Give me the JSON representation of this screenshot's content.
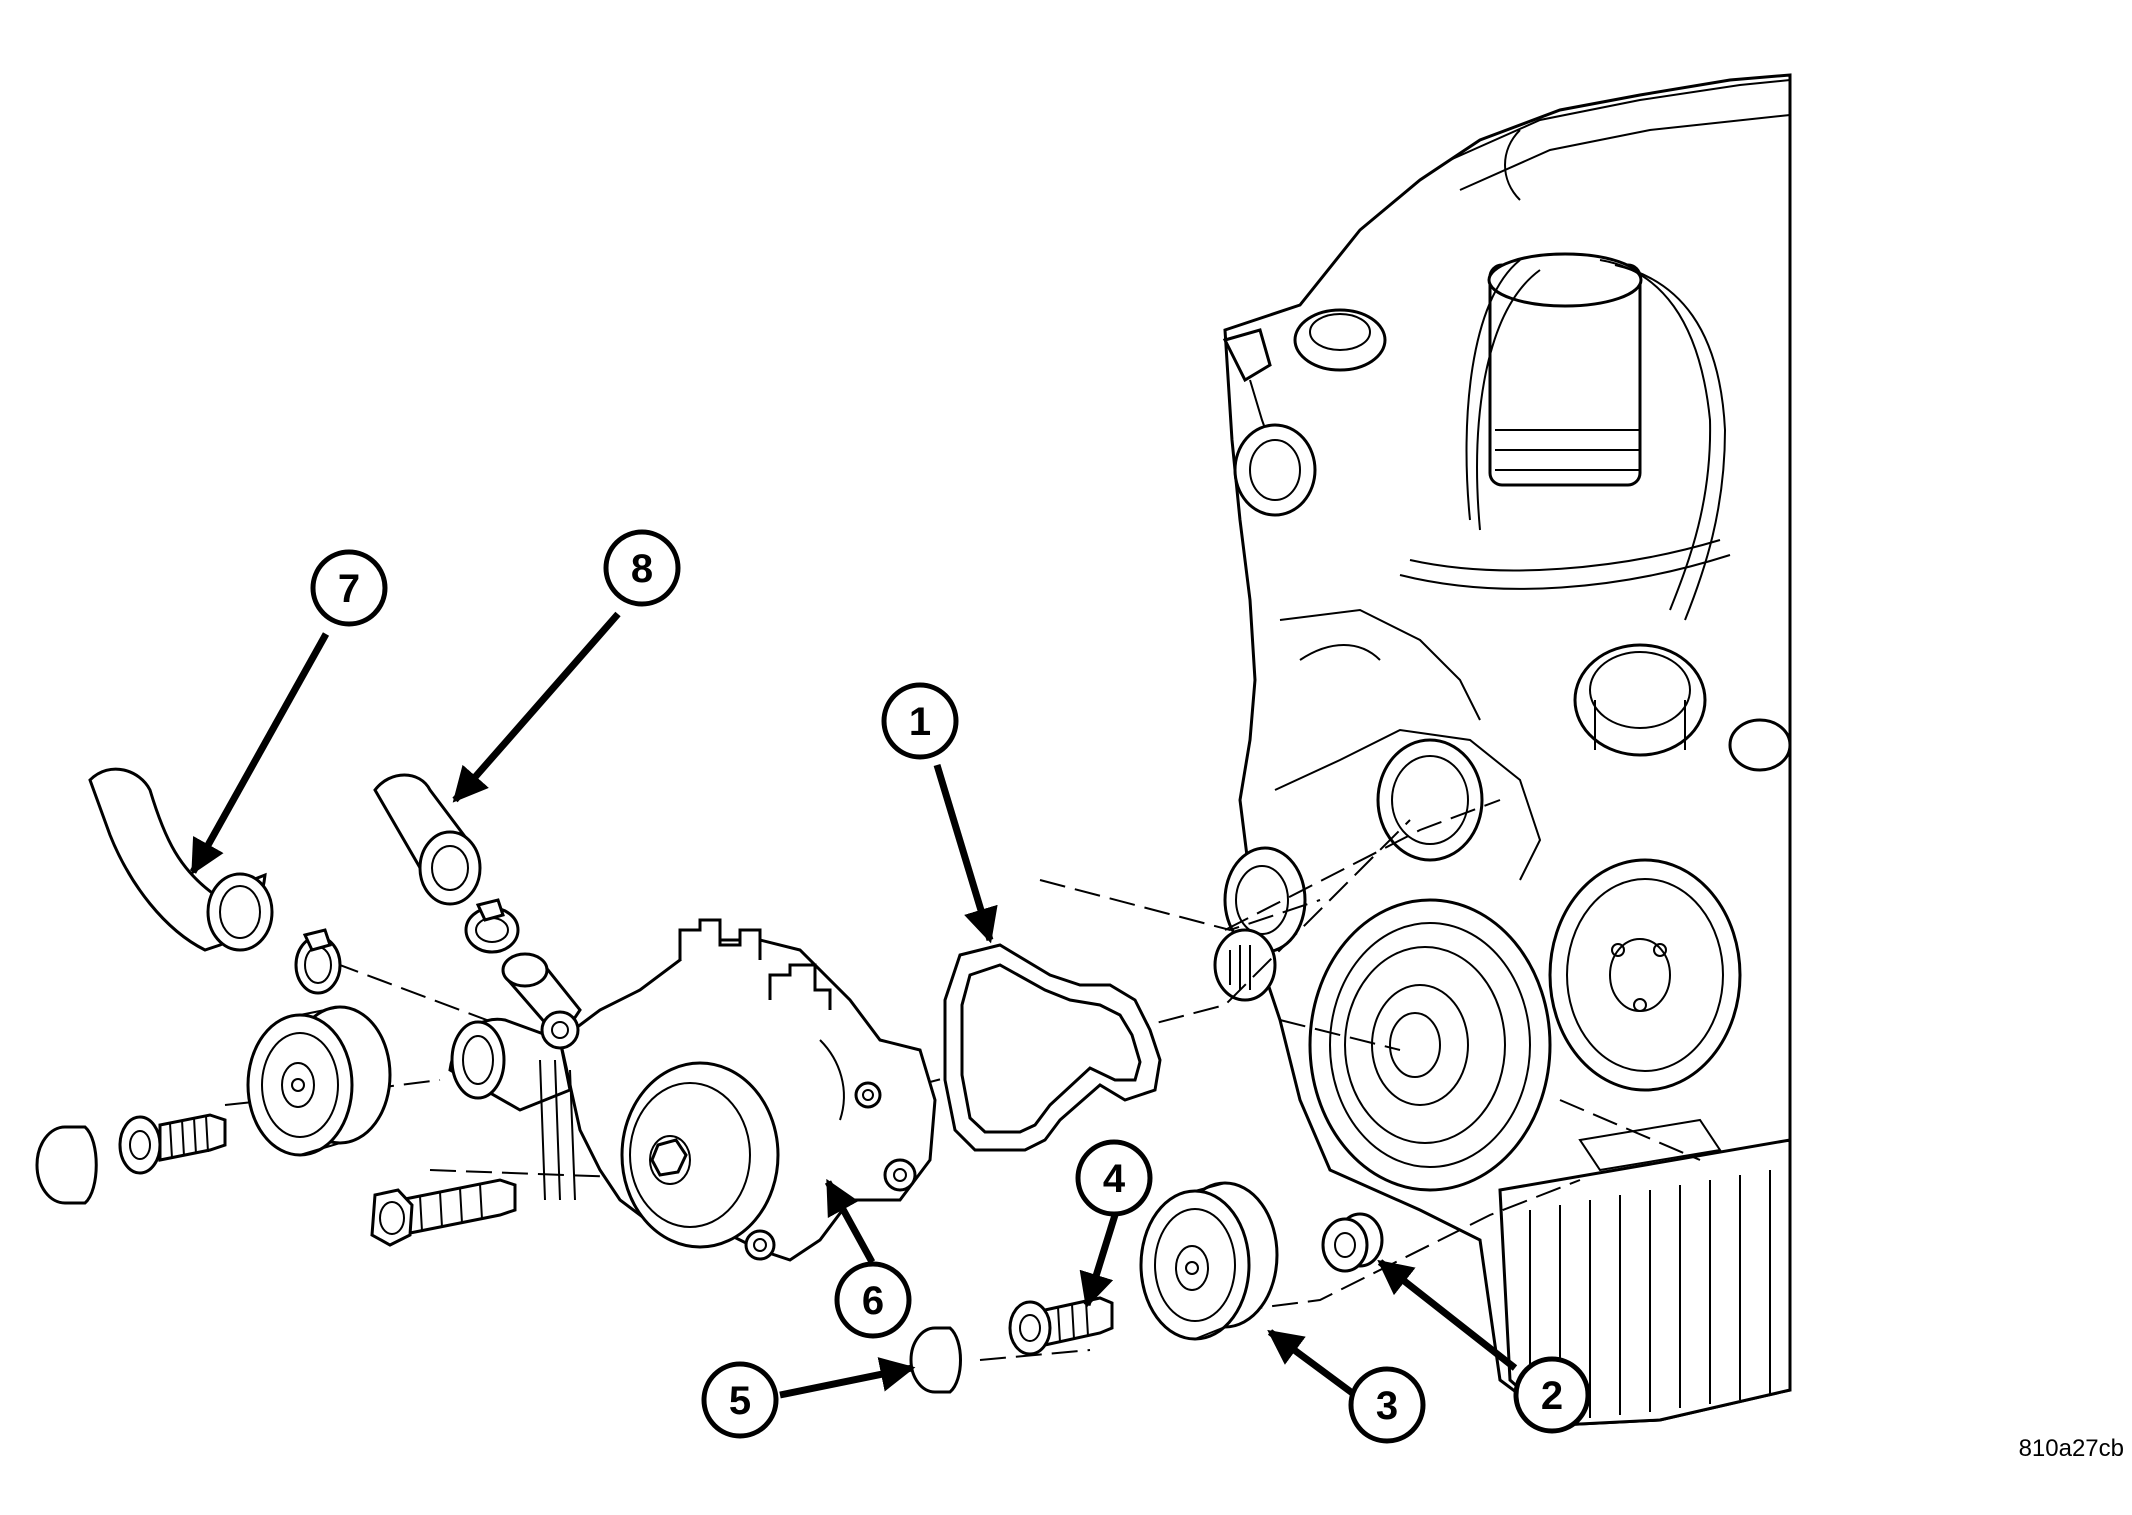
{
  "figure": {
    "code": "810a27cb"
  },
  "callouts": [
    {
      "id": "1",
      "label": "1"
    },
    {
      "id": "2",
      "label": "2"
    },
    {
      "id": "3",
      "label": "3"
    },
    {
      "id": "4",
      "label": "4"
    },
    {
      "id": "5",
      "label": "5"
    },
    {
      "id": "6",
      "label": "6"
    },
    {
      "id": "7",
      "label": "7"
    },
    {
      "id": "8",
      "label": "8"
    }
  ],
  "colors": {
    "line": "#000000",
    "background": "#ffffff"
  }
}
